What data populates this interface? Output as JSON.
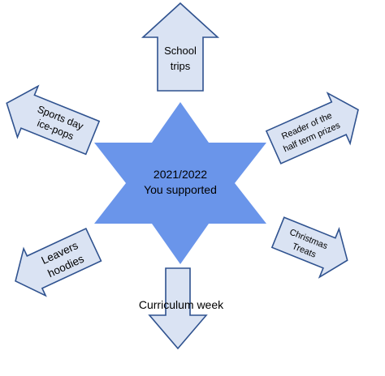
{
  "center": {
    "line1": "2021/2022",
    "line2": "You supported"
  },
  "arrows": {
    "school_trips": {
      "line1": "School",
      "line2": "trips"
    },
    "sports_day": {
      "line1": "Sports day",
      "line2": "ice-pops"
    },
    "reader_prizes": {
      "line1": "Reader of the",
      "line2": "half term prizes"
    },
    "christmas_treats": {
      "line1": "Christmas",
      "line2": "Treats"
    },
    "leavers_hoodies": {
      "line1": "Leavers",
      "line2": "hoodies"
    },
    "curriculum_week": {
      "line1": "Curriculum week"
    }
  },
  "colors": {
    "star_fill": "#6a95ea",
    "arrow_fill": "#dae3f3",
    "arrow_outline": "#2f528f"
  }
}
